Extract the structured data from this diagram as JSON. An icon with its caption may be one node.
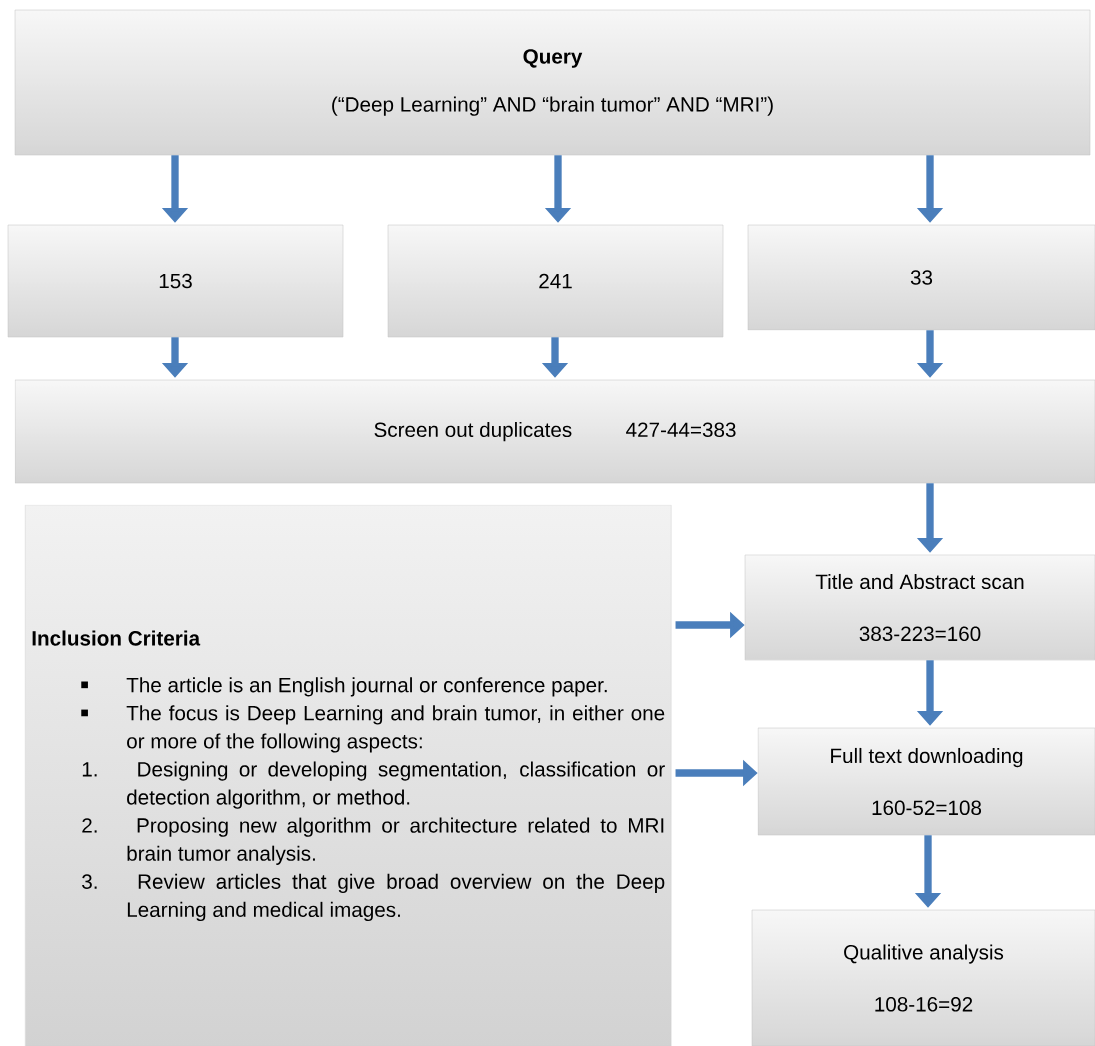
{
  "diagram": {
    "nodes": [
      {
        "text": [
          "Query",
          "(“Deep Learning” AND “brain tumor” AND “MRI”)"
        ]
      },
      {
        "text": [
          "153"
        ]
      },
      {
        "text": [
          "241"
        ]
      },
      {
        "text": [
          "33"
        ]
      },
      {
        "text": [
          "Screen out duplicates",
          "427-44=383"
        ]
      },
      {
        "text": [
          "Inclusion Criteria",
          "The article is an English journal or conference paper.",
          "The focus is Deep Learning and brain tumor, in either one or more of the following aspects:",
          "1.",
          "Designing or developing segmentation, classification or detection algorithm, or method.",
          "2.",
          "Proposing new algorithm or architecture related to MRI brain tumor analysis.",
          "3.",
          "Review articles that give broad overview on the Deep Learning and medical images."
        ]
      },
      {
        "text": [
          "Title and Abstract scan",
          "383-223=160"
        ]
      },
      {
        "text": [
          "Full text downloading",
          "160-52=108"
        ]
      },
      {
        "text": [
          "Qualitive analysis",
          "108-16=92"
        ]
      }
    ],
    "edges": [
      {
        "from": 0,
        "to": 1,
        "arrow": "to"
      },
      {
        "from": 0,
        "to": 2,
        "arrow": "to"
      },
      {
        "from": 0,
        "to": 3,
        "arrow": "to"
      },
      {
        "from": 1,
        "to": 4,
        "arrow": "to"
      },
      {
        "from": 2,
        "to": 4,
        "arrow": "to"
      },
      {
        "from": 3,
        "to": 4,
        "arrow": "to"
      },
      {
        "from": 4,
        "to": 6,
        "arrow": "to"
      },
      {
        "from": 5,
        "to": 6,
        "arrow": "to"
      },
      {
        "from": 5,
        "to": 7,
        "arrow": "to"
      },
      {
        "from": 6,
        "to": 7,
        "arrow": "to"
      },
      {
        "from": 7,
        "to": 8,
        "arrow": "to"
      }
    ]
  }
}
